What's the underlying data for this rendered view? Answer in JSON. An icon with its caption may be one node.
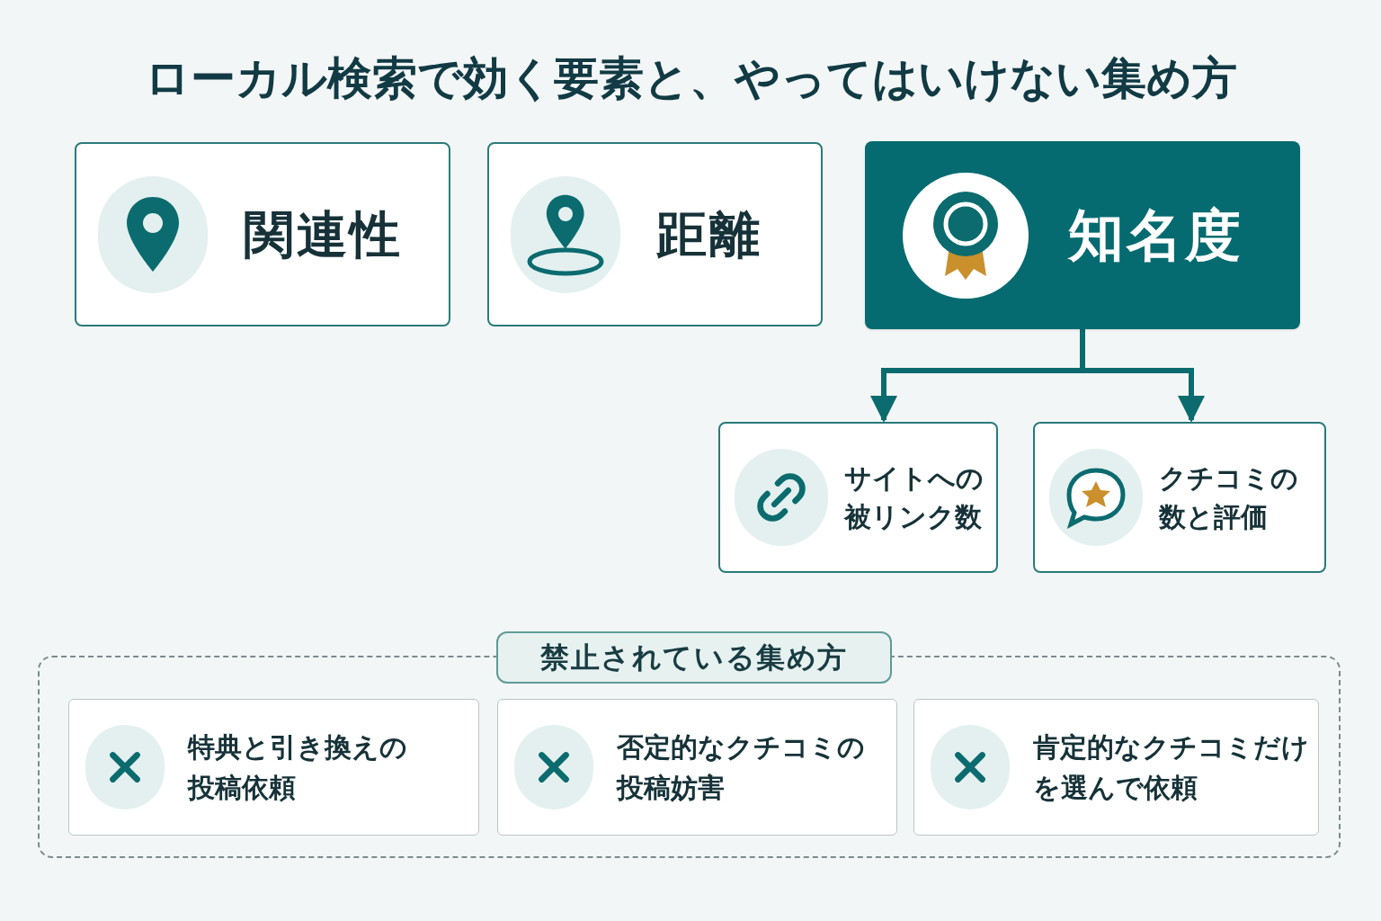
{
  "diagram": {
    "title": "ローカル検索で効く要素と、やってはいけない集め方",
    "nodes": [
      {
        "text": [
          "関連性"
        ]
      },
      {
        "text": [
          "距離"
        ]
      },
      {
        "text": [
          "知名度"
        ]
      },
      {
        "text": [
          "サイトへの被リンク数"
        ]
      },
      {
        "text": [
          "クチコミの数と評価"
        ]
      },
      {
        "text": [
          "禁止されている集め方"
        ]
      },
      {
        "text": [
          "特典と引き換えの投稿依頼"
        ],
        "in": 5
      },
      {
        "text": [
          "否定的なクチコミの投稿妨害"
        ],
        "in": 5
      },
      {
        "text": [
          "肯定的なクチコミだけを選んで依頼"
        ],
        "in": 5
      }
    ],
    "edges": [
      {
        "from": 2,
        "to": 3,
        "arrow": "to"
      },
      {
        "from": 2,
        "to": 4,
        "arrow": "to"
      }
    ]
  }
}
